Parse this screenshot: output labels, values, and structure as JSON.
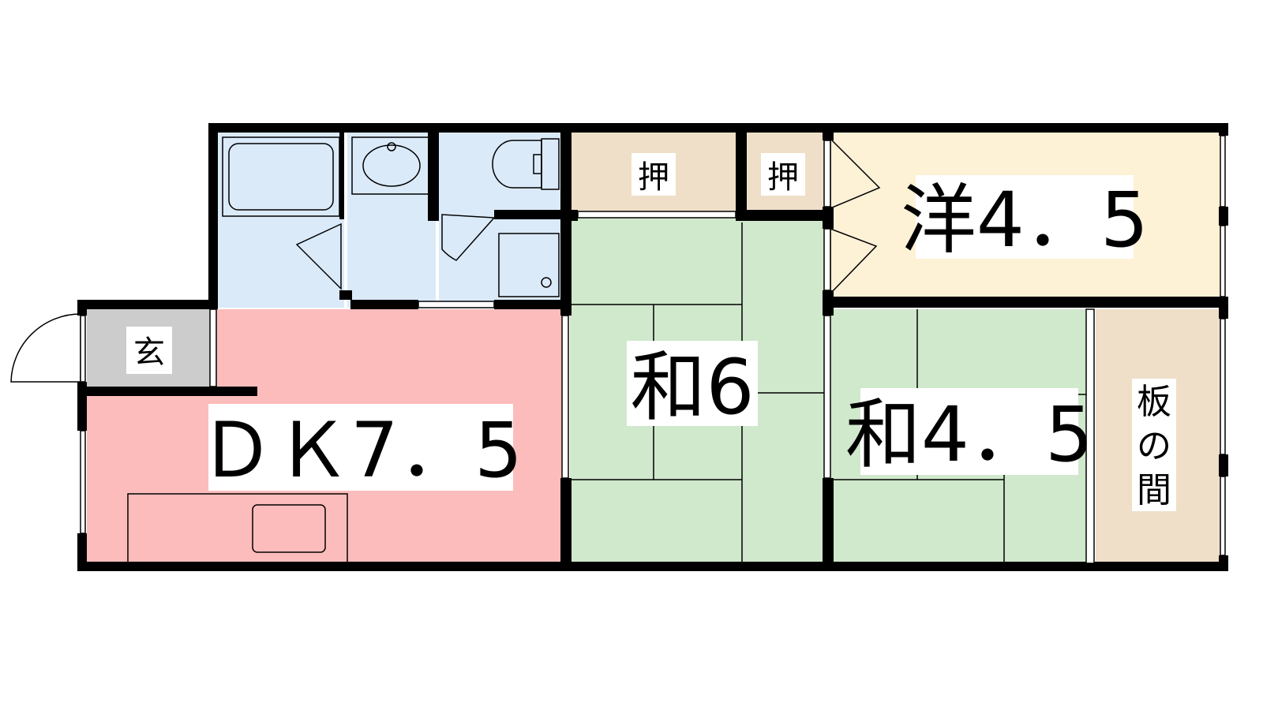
{
  "rooms": {
    "genkan": {
      "label": "玄",
      "color": "#cccccc"
    },
    "dk": {
      "label": "ＤＫ7．5",
      "color": "#fdbcbc"
    },
    "wa6": {
      "label": "和6",
      "color": "#d0e8cc"
    },
    "wa45": {
      "label": "和4．5",
      "color": "#d0e8cc"
    },
    "you45": {
      "label": "洋4．5",
      "color": "#fdf1d6"
    },
    "oshi1": {
      "label": "押",
      "color": "#efdfc9"
    },
    "oshi2": {
      "label": "押",
      "color": "#efdfc9"
    },
    "itanoma": {
      "label_lines": [
        "板",
        "の",
        "間"
      ],
      "color": "#efdfc9"
    },
    "wet": {
      "color": "#dbeaf9"
    }
  },
  "colors": {
    "wall": "#000000",
    "line": "#000000"
  }
}
